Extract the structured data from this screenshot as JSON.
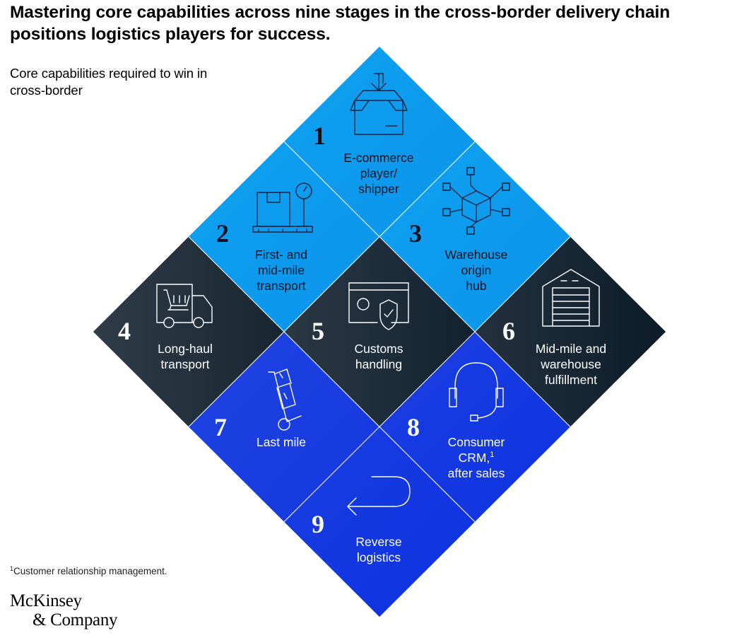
{
  "title": "Mastering core capabilities across nine stages in the cross-border delivery chain positions logistics players for success.",
  "subtitle": "Core capabilities required to win in cross-border",
  "footnote": {
    "marker": "1",
    "text": "Customer relationship management."
  },
  "logo": {
    "line1": "McKinsey",
    "line2": "& Company"
  },
  "stages": [
    {
      "number": "1",
      "label_lines": [
        "E-commerce",
        "player/",
        "shipper"
      ],
      "icon": "box-download-icon",
      "color": "#0b9cee"
    },
    {
      "number": "2",
      "label_lines": [
        "First- and",
        "mid-mile",
        "transport"
      ],
      "icon": "parcel-scale-icon",
      "color": "#0b9cee"
    },
    {
      "number": "3",
      "label_lines": [
        "Warehouse",
        "origin",
        "hub"
      ],
      "icon": "network-cube-icon",
      "color": "#0b9cee"
    },
    {
      "number": "4",
      "label_lines": [
        "Long-haul",
        "transport"
      ],
      "icon": "delivery-truck-icon",
      "color": "#2a3641"
    },
    {
      "number": "5",
      "label_lines": [
        "Customs",
        "handling"
      ],
      "icon": "id-card-shield-icon",
      "color": "#1e2d3a"
    },
    {
      "number": "6",
      "label_lines": [
        "Mid-mile and",
        "warehouse",
        "fulfillment"
      ],
      "icon": "warehouse-icon",
      "color": "#0f1e2c"
    },
    {
      "number": "7",
      "label_lines": [
        "Last mile"
      ],
      "icon": "hand-truck-icon",
      "color": "#1d3fe0"
    },
    {
      "number": "8",
      "label_lines": [
        "Consumer",
        "CRM,",
        "after sales"
      ],
      "label_superscript": "1",
      "icon": "headset-icon",
      "color": "#1235e2"
    },
    {
      "number": "9",
      "label_lines": [
        "Reverse",
        "logistics"
      ],
      "icon": "return-arrow-icon",
      "color": "#0f33e0"
    }
  ]
}
